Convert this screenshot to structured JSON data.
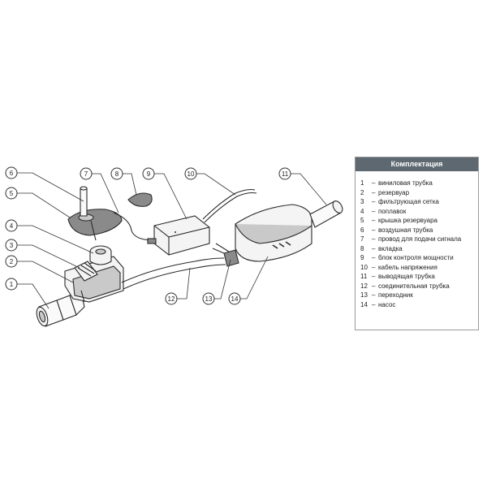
{
  "legend": {
    "title": "Комплектация",
    "items": [
      {
        "num": "1",
        "dash": "–",
        "text": "виниловая трубка"
      },
      {
        "num": "2",
        "dash": "–",
        "text": "резервуар"
      },
      {
        "num": "3",
        "dash": "–",
        "text": "фильтрующая сетка"
      },
      {
        "num": "4",
        "dash": "–",
        "text": "поплавок"
      },
      {
        "num": "5",
        "dash": "–",
        "text": "крышка резервуара"
      },
      {
        "num": "6",
        "dash": "–",
        "text": "воздушная трубка"
      },
      {
        "num": "7",
        "dash": "–",
        "text": "провод для подачи сигнала"
      },
      {
        "num": "8",
        "dash": "–",
        "text": "вкладка"
      },
      {
        "num": "9",
        "dash": "–",
        "text": "блок контроля мощности"
      },
      {
        "num": "10",
        "dash": "–",
        "text": "кабель напряжения"
      },
      {
        "num": "11",
        "dash": "–",
        "text": "выводящая трубка"
      },
      {
        "num": "12",
        "dash": "–",
        "text": "соединительная трубка"
      },
      {
        "num": "13",
        "dash": "–",
        "text": "переходник"
      },
      {
        "num": "14",
        "dash": "–",
        "text": "насос"
      }
    ]
  },
  "callouts": [
    "1",
    "2",
    "3",
    "4",
    "5",
    "6",
    "7",
    "8",
    "9",
    "10",
    "11",
    "12",
    "13",
    "14"
  ],
  "colors": {
    "legend_header": "#5d6870",
    "line": "#2a2a2a",
    "background": "#ffffff"
  }
}
